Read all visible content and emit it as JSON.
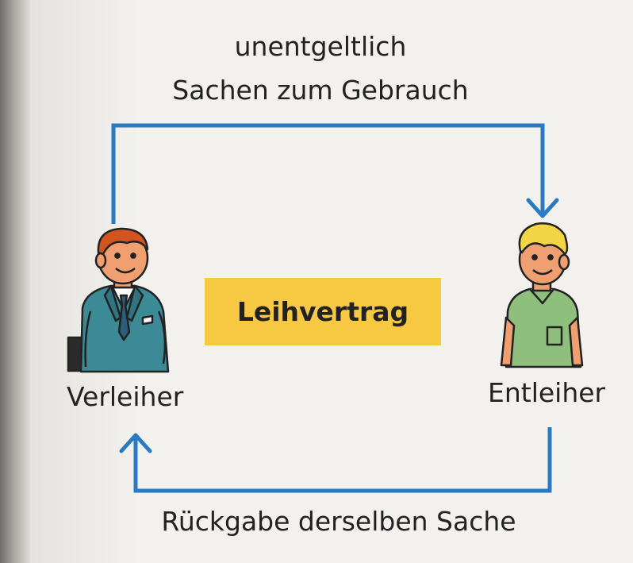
{
  "top_label": {
    "line1": "unentgeltlich",
    "line2": "Sachen zum Gebrauch"
  },
  "center_label": "Leihvertrag",
  "left_person": {
    "label": "Verleiher",
    "icon": "businessman-icon"
  },
  "right_person": {
    "label": "Entleiher",
    "icon": "young-man-icon"
  },
  "bottom_label": "Rückgabe derselben Sache",
  "colors": {
    "arrow": "#2a7ac2",
    "contract_box": "#f7c842",
    "suit": "#3b8a96",
    "shirt": "#8fbf7d",
    "skin": "#f0a070",
    "hair_left": "#d2541e",
    "hair_right": "#f2d445"
  }
}
